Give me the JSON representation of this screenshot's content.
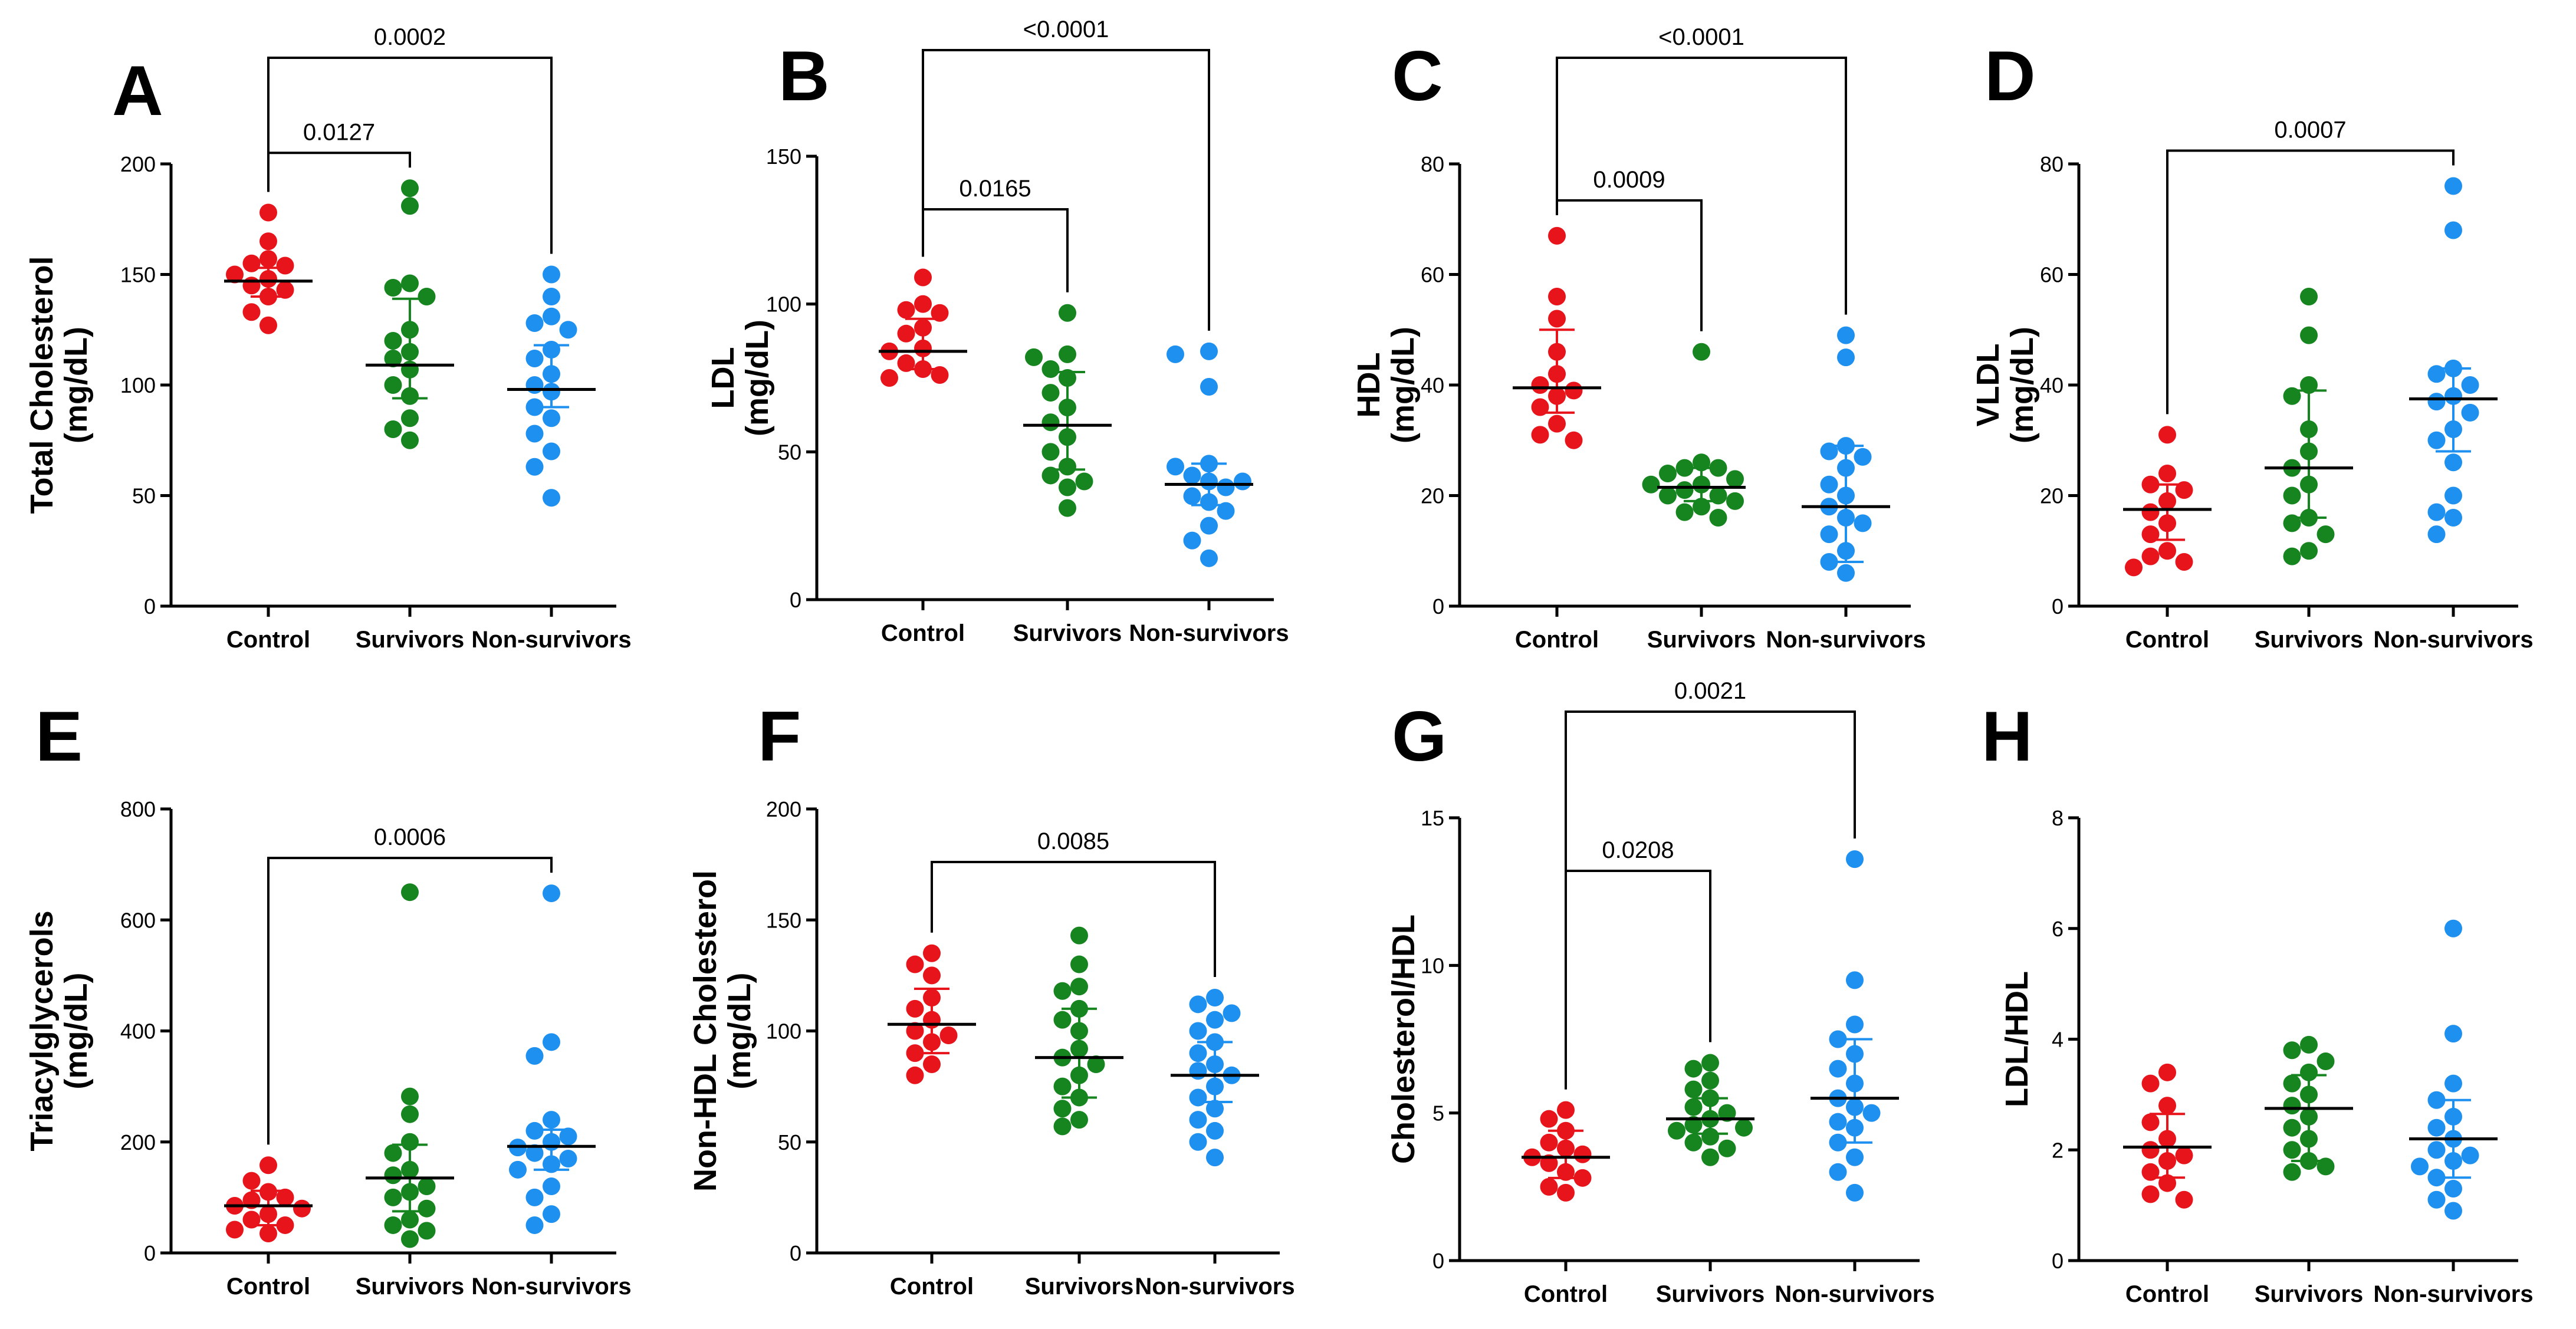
{
  "categories": [
    "Control",
    "Survivors",
    "Non-survivors"
  ],
  "colors": {
    "Control": "#e8141c",
    "Survivors": "#16851f",
    "Non-survivors": "#1e90f0"
  },
  "chart_data": [
    {
      "type": "scatter",
      "letter": "A",
      "ylabel": [
        "Total Cholesterol",
        "(mg/dL)"
      ],
      "ylim": [
        0,
        200
      ],
      "yticks": [
        0,
        50,
        100,
        150,
        200
      ],
      "series": [
        {
          "category": "Control",
          "values": [
            178,
            165,
            157,
            155,
            154,
            150,
            148,
            145,
            143,
            140,
            133,
            127
          ],
          "mean": 147,
          "sd_low": 140,
          "sd_high": 153
        },
        {
          "category": "Survivors",
          "values": [
            189,
            181,
            146,
            144,
            140,
            125,
            120,
            115,
            112,
            107,
            100,
            95,
            85,
            80,
            75
          ],
          "mean": 109,
          "sd_low": 94,
          "sd_high": 139
        },
        {
          "category": "Non-survivors",
          "values": [
            150,
            140,
            131,
            128,
            125,
            116,
            112,
            105,
            100,
            97,
            90,
            85,
            78,
            70,
            63,
            49
          ],
          "mean": 98,
          "sd_low": 90,
          "sd_high": 118
        }
      ],
      "comparisons": [
        {
          "from": 0,
          "to": 1,
          "label": "0.0127",
          "level": 1
        },
        {
          "from": 0,
          "to": 2,
          "label": "0.0002",
          "level": 2
        }
      ]
    },
    {
      "type": "scatter",
      "letter": "B",
      "ylabel": [
        "LDL",
        "(mg/dL)"
      ],
      "ylim": [
        0,
        150
      ],
      "yticks": [
        0,
        50,
        100,
        150
      ],
      "series": [
        {
          "category": "Control",
          "values": [
            109,
            100,
            98,
            97,
            92,
            90,
            85,
            84,
            80,
            78,
            76,
            75
          ],
          "mean": 84,
          "sd_low": 78,
          "sd_high": 95
        },
        {
          "category": "Survivors",
          "values": [
            97,
            83,
            82,
            78,
            75,
            70,
            65,
            60,
            55,
            50,
            45,
            42,
            40,
            38,
            31
          ],
          "mean": 59,
          "sd_low": 44,
          "sd_high": 77
        },
        {
          "category": "Non-survivors",
          "values": [
            84,
            83,
            72,
            46,
            45,
            42,
            40,
            40,
            38,
            35,
            33,
            30,
            25,
            20,
            14
          ],
          "mean": 39,
          "sd_low": 32,
          "sd_high": 46
        }
      ],
      "comparisons": [
        {
          "from": 0,
          "to": 1,
          "label": "0.0165",
          "level": 1
        },
        {
          "from": 0,
          "to": 2,
          "label": "<0.0001",
          "level": 2
        }
      ]
    },
    {
      "type": "scatter",
      "letter": "C",
      "ylabel": [
        "HDL",
        "(mg/dL)"
      ],
      "ylim": [
        0,
        80
      ],
      "yticks": [
        0,
        20,
        40,
        60,
        80
      ],
      "series": [
        {
          "category": "Control",
          "values": [
            67,
            56,
            52,
            46,
            42,
            40,
            39,
            38,
            36,
            33,
            31,
            30
          ],
          "mean": 39.5,
          "sd_low": 35,
          "sd_high": 50
        },
        {
          "category": "Survivors",
          "values": [
            46,
            26,
            25,
            25,
            24,
            23,
            22,
            22,
            21,
            20,
            20,
            19,
            18,
            17,
            16
          ],
          "mean": 21.5,
          "sd_low": 19,
          "sd_high": 25
        },
        {
          "category": "Non-survivors",
          "values": [
            49,
            45,
            29,
            28,
            27,
            25,
            22,
            20,
            18,
            16,
            15,
            13,
            10,
            8,
            6
          ],
          "mean": 18,
          "sd_low": 8,
          "sd_high": 29
        }
      ],
      "comparisons": [
        {
          "from": 0,
          "to": 1,
          "label": "0.0009",
          "level": 1
        },
        {
          "from": 0,
          "to": 2,
          "label": "<0.0001",
          "level": 2
        }
      ]
    },
    {
      "type": "scatter",
      "letter": "D",
      "ylabel": [
        "VLDL",
        "(mg/dL)"
      ],
      "ylim": [
        0,
        80
      ],
      "yticks": [
        0,
        20,
        40,
        60,
        80
      ],
      "series": [
        {
          "category": "Control",
          "values": [
            31,
            24,
            22,
            21,
            19,
            17,
            15,
            13,
            10,
            9,
            8,
            7
          ],
          "mean": 17.5,
          "sd_low": 12,
          "sd_high": 22
        },
        {
          "category": "Survivors",
          "values": [
            56,
            49,
            40,
            38,
            32,
            28,
            25,
            22,
            20,
            16,
            15,
            13,
            10,
            9
          ],
          "mean": 25,
          "sd_low": 16,
          "sd_high": 39
        },
        {
          "category": "Non-survivors",
          "values": [
            76,
            68,
            43,
            42,
            40,
            38,
            37,
            35,
            32,
            30,
            26,
            20,
            17,
            16,
            13
          ],
          "mean": 37.5,
          "sd_low": 28,
          "sd_high": 43
        }
      ],
      "comparisons": [
        {
          "from": 0,
          "to": 2,
          "label": "0.0007",
          "level": 1
        }
      ]
    },
    {
      "type": "scatter",
      "letter": "E",
      "ylabel": [
        "Triacylglycerols",
        "(mg/dL)"
      ],
      "ylim": [
        0,
        800
      ],
      "yticks": [
        0,
        200,
        400,
        600,
        800
      ],
      "series": [
        {
          "category": "Control",
          "values": [
            158,
            130,
            110,
            100,
            95,
            85,
            80,
            70,
            60,
            50,
            42,
            35
          ],
          "mean": 85,
          "sd_low": 50,
          "sd_high": 112
        },
        {
          "category": "Survivors",
          "values": [
            650,
            282,
            250,
            200,
            180,
            150,
            140,
            120,
            110,
            100,
            80,
            60,
            50,
            40,
            25
          ],
          "mean": 135,
          "sd_low": 75,
          "sd_high": 195
        },
        {
          "category": "Non-survivors",
          "values": [
            648,
            380,
            355,
            240,
            220,
            210,
            200,
            190,
            180,
            170,
            160,
            150,
            120,
            100,
            70,
            50
          ],
          "mean": 192,
          "sd_low": 150,
          "sd_high": 222
        }
      ],
      "comparisons": [
        {
          "from": 0,
          "to": 2,
          "label": "0.0006",
          "level": 1
        }
      ]
    },
    {
      "type": "scatter",
      "letter": "F",
      "ylabel": [
        "Non-HDL Cholesterol",
        "(mg/dL)"
      ],
      "ylim": [
        0,
        200
      ],
      "yticks": [
        0,
        50,
        100,
        150,
        200
      ],
      "series": [
        {
          "category": "Control",
          "values": [
            135,
            130,
            125,
            115,
            110,
            105,
            100,
            98,
            95,
            90,
            85,
            80
          ],
          "mean": 103,
          "sd_low": 90,
          "sd_high": 119
        },
        {
          "category": "Survivors",
          "values": [
            143,
            130,
            120,
            118,
            110,
            105,
            100,
            92,
            88,
            85,
            80,
            75,
            70,
            65,
            60,
            57
          ],
          "mean": 88,
          "sd_low": 70,
          "sd_high": 110
        },
        {
          "category": "Non-survivors",
          "values": [
            115,
            112,
            108,
            105,
            100,
            95,
            90,
            85,
            82,
            80,
            75,
            70,
            65,
            60,
            55,
            50,
            43
          ],
          "mean": 80,
          "sd_low": 68,
          "sd_high": 95
        }
      ],
      "comparisons": [
        {
          "from": 0,
          "to": 2,
          "label": "0.0085",
          "level": 1
        }
      ]
    },
    {
      "type": "scatter",
      "letter": "G",
      "ylabel": [
        "Cholesterol/HDL"
      ],
      "ylim": [
        0,
        15
      ],
      "yticks": [
        0,
        5,
        10,
        15
      ],
      "series": [
        {
          "category": "Control",
          "values": [
            5.1,
            4.8,
            4.4,
            4.0,
            3.8,
            3.6,
            3.5,
            3.3,
            3.0,
            2.8,
            2.5,
            2.3
          ],
          "mean": 3.5,
          "sd_low": 2.8,
          "sd_high": 4.4
        },
        {
          "category": "Survivors",
          "values": [
            6.7,
            6.5,
            6.1,
            5.8,
            5.5,
            5.2,
            5.0,
            4.8,
            4.6,
            4.5,
            4.4,
            4.2,
            4.0,
            3.8,
            3.5
          ],
          "mean": 4.8,
          "sd_low": 4.3,
          "sd_high": 5.5
        },
        {
          "category": "Non-survivors",
          "values": [
            13.6,
            9.5,
            8.0,
            7.5,
            7.0,
            6.5,
            6.0,
            5.5,
            5.2,
            5.0,
            4.7,
            4.5,
            4.0,
            3.5,
            3.0,
            2.3
          ],
          "mean": 5.5,
          "sd_low": 4.0,
          "sd_high": 7.5
        }
      ],
      "comparisons": [
        {
          "from": 0,
          "to": 1,
          "label": "0.0208",
          "level": 1
        },
        {
          "from": 0,
          "to": 2,
          "label": "0.0021",
          "level": 2
        }
      ]
    },
    {
      "type": "scatter",
      "letter": "H",
      "ylabel": [
        "LDL/HDL"
      ],
      "ylim": [
        0,
        8
      ],
      "yticks": [
        0,
        2,
        4,
        6,
        8
      ],
      "series": [
        {
          "category": "Control",
          "values": [
            3.4,
            3.2,
            2.8,
            2.5,
            2.2,
            2.0,
            1.9,
            1.8,
            1.6,
            1.4,
            1.2,
            1.1
          ],
          "mean": 2.05,
          "sd_low": 1.5,
          "sd_high": 2.65
        },
        {
          "category": "Survivors",
          "values": [
            3.9,
            3.8,
            3.6,
            3.4,
            3.2,
            3.0,
            2.8,
            2.6,
            2.4,
            2.2,
            2.0,
            1.8,
            1.7,
            1.6
          ],
          "mean": 2.75,
          "sd_low": 1.8,
          "sd_high": 3.35
        },
        {
          "category": "Non-survivors",
          "values": [
            6.0,
            4.1,
            3.2,
            2.9,
            2.6,
            2.4,
            2.2,
            2.0,
            1.9,
            1.8,
            1.7,
            1.5,
            1.3,
            1.1,
            0.9
          ],
          "mean": 2.2,
          "sd_low": 1.5,
          "sd_high": 2.9
        }
      ],
      "comparisons": []
    }
  ]
}
